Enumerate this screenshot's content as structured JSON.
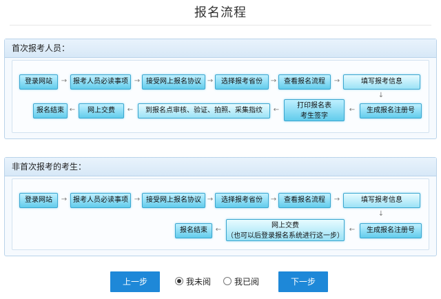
{
  "page": {
    "title": "报名流程"
  },
  "sections": {
    "first": {
      "header": "首次报考人员：",
      "steps": {
        "s1": "登录网站",
        "s2": "报考人员必读事项",
        "s3": "接受网上报名协议",
        "s4": "选择报考省份",
        "s5": "查看报名流程",
        "s6": "填写报考信息",
        "s7": "生成报名注册号",
        "s8a": "打印报名表",
        "s8b": "考生签字",
        "s9": "到报名点审核、验证、拍照、采集指纹",
        "s10": "网上交费",
        "s11": "报名结束"
      }
    },
    "repeat": {
      "header": "非首次报考的考生：",
      "steps": {
        "s1": "登录网站",
        "s2": "报考人员必读事项",
        "s3": "接受网上报名协议",
        "s4": "选择报考省份",
        "s5": "查看报名流程",
        "s6": "填写报考信息",
        "s7": "生成报名注册号",
        "s8a": "网上交费",
        "s8b": "（也可以后登录报名系统进行这一步）",
        "s9": "报名结束"
      }
    }
  },
  "arrows": {
    "right": "→",
    "left": "←",
    "down": "↓"
  },
  "footer": {
    "prev_label": "上一步",
    "next_label": "下一步",
    "radio_unread": "我未阅",
    "radio_read": "我已阅",
    "selected": "我未阅"
  }
}
